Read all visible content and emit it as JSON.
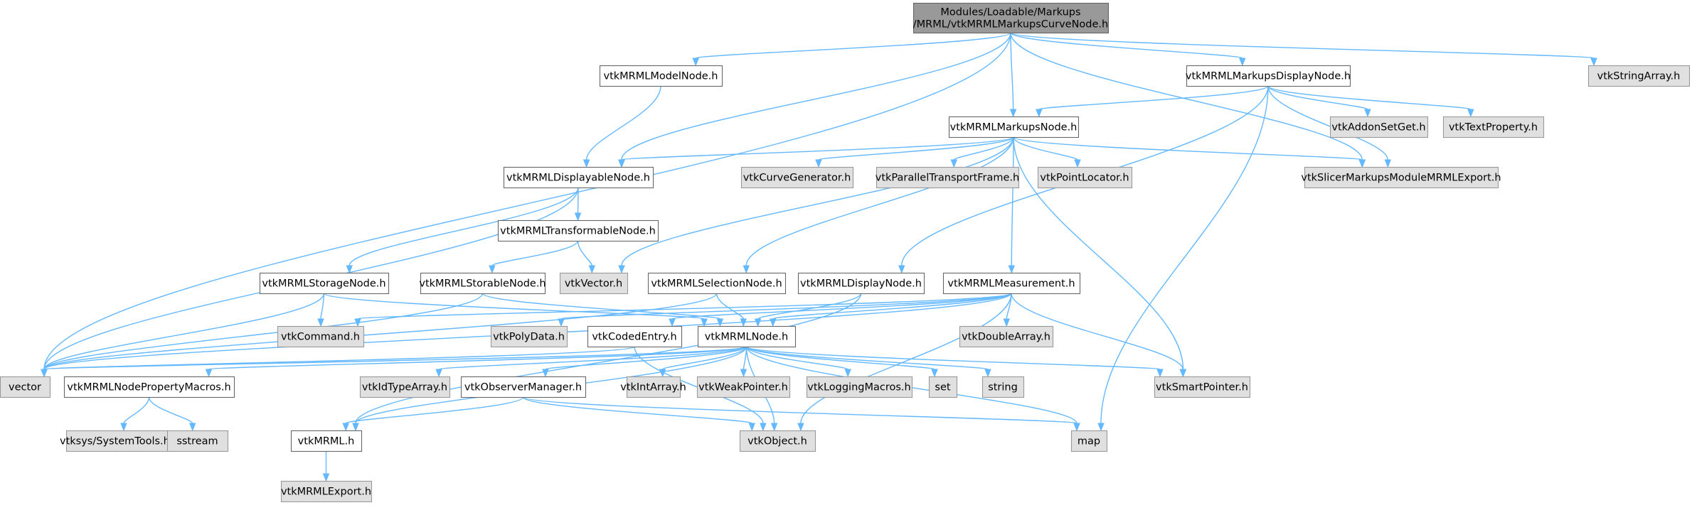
{
  "colors": {
    "root_fill": "#999999",
    "root_stroke": "#666666",
    "doc_fill": "#ffffff",
    "doc_stroke": "#666666",
    "ext_fill": "#e0e0e0",
    "ext_stroke": "#999999",
    "edge": "#63b8ff"
  },
  "nodes": [
    {
      "id": "root",
      "kind": "root",
      "label": [
        "Modules/Loadable/Markups",
        "/MRML/vtkMRMLMarkupsCurveNode.h"
      ]
    },
    {
      "id": "modelnode",
      "kind": "doc",
      "label": [
        "vtkMRMLModelNode.h"
      ]
    },
    {
      "id": "markupsdisplaynode",
      "kind": "doc",
      "label": [
        "vtkMRMLMarkupsDisplayNode.h"
      ]
    },
    {
      "id": "stringarray",
      "kind": "ext",
      "label": [
        "vtkStringArray.h"
      ]
    },
    {
      "id": "addonsetget",
      "kind": "ext",
      "label": [
        "vtkAddonSetGet.h"
      ]
    },
    {
      "id": "textproperty",
      "kind": "ext",
      "label": [
        "vtkTextProperty.h"
      ]
    },
    {
      "id": "markupsnode",
      "kind": "doc",
      "label": [
        "vtkMRMLMarkupsNode.h"
      ]
    },
    {
      "id": "displayablenode",
      "kind": "doc",
      "label": [
        "vtkMRMLDisplayableNode.h"
      ]
    },
    {
      "id": "curvegenerator",
      "kind": "ext",
      "label": [
        "vtkCurveGenerator.h"
      ]
    },
    {
      "id": "paralleltransport",
      "kind": "ext",
      "label": [
        "vtkParallelTransportFrame.h"
      ]
    },
    {
      "id": "pointlocator",
      "kind": "ext",
      "label": [
        "vtkPointLocator.h"
      ]
    },
    {
      "id": "slicerexport",
      "kind": "ext",
      "label": [
        "vtkSlicerMarkupsModuleMRMLExport.h"
      ]
    },
    {
      "id": "transformablenode",
      "kind": "doc",
      "label": [
        "vtkMRMLTransformableNode.h"
      ]
    },
    {
      "id": "storagenode",
      "kind": "doc",
      "label": [
        "vtkMRMLStorageNode.h"
      ]
    },
    {
      "id": "storablenode",
      "kind": "doc",
      "label": [
        "vtkMRMLStorableNode.h"
      ]
    },
    {
      "id": "vtkvector",
      "kind": "ext",
      "label": [
        "vtkVector.h"
      ]
    },
    {
      "id": "selectionnode",
      "kind": "doc",
      "label": [
        "vtkMRMLSelectionNode.h"
      ]
    },
    {
      "id": "displaynode",
      "kind": "doc",
      "label": [
        "vtkMRMLDisplayNode.h"
      ]
    },
    {
      "id": "measurement",
      "kind": "doc",
      "label": [
        "vtkMRMLMeasurement.h"
      ]
    },
    {
      "id": "vtkcommand",
      "kind": "ext",
      "label": [
        "vtkCommand.h"
      ]
    },
    {
      "id": "polydata",
      "kind": "ext",
      "label": [
        "vtkPolyData.h"
      ]
    },
    {
      "id": "codedentry",
      "kind": "doc",
      "label": [
        "vtkCodedEntry.h"
      ]
    },
    {
      "id": "mrmlnode",
      "kind": "doc",
      "label": [
        "vtkMRMLNode.h"
      ]
    },
    {
      "id": "doublearray",
      "kind": "ext",
      "label": [
        "vtkDoubleArray.h"
      ]
    },
    {
      "id": "vector",
      "kind": "ext",
      "label": [
        "vector"
      ]
    },
    {
      "id": "propertymacros",
      "kind": "doc",
      "label": [
        "vtkMRMLNodePropertyMacros.h"
      ]
    },
    {
      "id": "idtypearray",
      "kind": "ext",
      "label": [
        "vtkIdTypeArray.h"
      ]
    },
    {
      "id": "observermanager",
      "kind": "doc",
      "label": [
        "vtkObserverManager.h"
      ]
    },
    {
      "id": "intarray",
      "kind": "ext",
      "label": [
        "vtkIntArray.h"
      ]
    },
    {
      "id": "weakpointer",
      "kind": "ext",
      "label": [
        "vtkWeakPointer.h"
      ]
    },
    {
      "id": "loggingmacros",
      "kind": "ext",
      "label": [
        "vtkLoggingMacros.h"
      ]
    },
    {
      "id": "set",
      "kind": "ext",
      "label": [
        "set"
      ]
    },
    {
      "id": "string",
      "kind": "ext",
      "label": [
        "string"
      ]
    },
    {
      "id": "smartpointer",
      "kind": "ext",
      "label": [
        "vtkSmartPointer.h"
      ]
    },
    {
      "id": "systemtools",
      "kind": "ext",
      "label": [
        "vtksys/SystemTools.hxx"
      ]
    },
    {
      "id": "sstream",
      "kind": "ext",
      "label": [
        "sstream"
      ]
    },
    {
      "id": "vtkmrml",
      "kind": "doc",
      "label": [
        "vtkMRML.h"
      ]
    },
    {
      "id": "vtkobject",
      "kind": "ext",
      "label": [
        "vtkObject.h"
      ]
    },
    {
      "id": "map",
      "kind": "ext",
      "label": [
        "map"
      ]
    },
    {
      "id": "mrmlexport",
      "kind": "ext",
      "label": [
        "vtkMRMLExport.h"
      ]
    }
  ],
  "edges": [
    [
      "root",
      "vector"
    ],
    [
      "root",
      "modelnode"
    ],
    [
      "root",
      "displayablenode"
    ],
    [
      "root",
      "markupsnode"
    ],
    [
      "root",
      "markupsdisplaynode"
    ],
    [
      "root",
      "slicerexport"
    ],
    [
      "root",
      "stringarray"
    ],
    [
      "modelnode",
      "displayablenode"
    ],
    [
      "markupsdisplaynode",
      "markupsnode"
    ],
    [
      "markupsdisplaynode",
      "displaynode"
    ],
    [
      "markupsdisplaynode",
      "slicerexport"
    ],
    [
      "markupsdisplaynode",
      "addonsetget"
    ],
    [
      "markupsdisplaynode",
      "textproperty"
    ],
    [
      "markupsdisplaynode",
      "map"
    ],
    [
      "markupsnode",
      "displayablenode"
    ],
    [
      "markupsnode",
      "vtkvector"
    ],
    [
      "markupsnode",
      "selectionnode"
    ],
    [
      "markupsnode",
      "curvegenerator"
    ],
    [
      "markupsnode",
      "paralleltransport"
    ],
    [
      "markupsnode",
      "pointlocator"
    ],
    [
      "markupsnode",
      "slicerexport"
    ],
    [
      "markupsnode",
      "measurement"
    ],
    [
      "markupsnode",
      "smartpointer"
    ],
    [
      "displayablenode",
      "transformablenode"
    ],
    [
      "displayablenode",
      "storagenode"
    ],
    [
      "displayablenode",
      "vector"
    ],
    [
      "transformablenode",
      "storablenode"
    ],
    [
      "transformablenode",
      "vtkvector"
    ],
    [
      "storagenode",
      "vtkcommand"
    ],
    [
      "storagenode",
      "mrmlnode"
    ],
    [
      "storagenode",
      "vector"
    ],
    [
      "storablenode",
      "mrmlnode"
    ],
    [
      "storablenode",
      "vector"
    ],
    [
      "selectionnode",
      "mrmlnode"
    ],
    [
      "selectionnode",
      "vector"
    ],
    [
      "displaynode",
      "mrmlnode"
    ],
    [
      "displaynode",
      "vtkmrml"
    ],
    [
      "measurement",
      "vtkcommand"
    ],
    [
      "measurement",
      "polydata"
    ],
    [
      "measurement",
      "codedentry"
    ],
    [
      "measurement",
      "mrmlnode"
    ],
    [
      "measurement",
      "doublearray"
    ],
    [
      "measurement",
      "smartpointer"
    ],
    [
      "measurement",
      "vtkobject"
    ],
    [
      "measurement",
      "vector"
    ],
    [
      "codedentry",
      "vtkobject"
    ],
    [
      "codedentry",
      "vector"
    ],
    [
      "mrmlnode",
      "vtkmrml"
    ],
    [
      "mrmlnode",
      "vector"
    ],
    [
      "mrmlnode",
      "propertymacros"
    ],
    [
      "mrmlnode",
      "idtypearray"
    ],
    [
      "mrmlnode",
      "observermanager"
    ],
    [
      "mrmlnode",
      "intarray"
    ],
    [
      "mrmlnode",
      "weakpointer"
    ],
    [
      "mrmlnode",
      "loggingmacros"
    ],
    [
      "mrmlnode",
      "set"
    ],
    [
      "mrmlnode",
      "string"
    ],
    [
      "mrmlnode",
      "smartpointer"
    ],
    [
      "mrmlnode",
      "vtkobject"
    ],
    [
      "mrmlnode",
      "map"
    ],
    [
      "propertymacros",
      "systemtools"
    ],
    [
      "propertymacros",
      "sstream"
    ],
    [
      "observermanager",
      "vtkmrml"
    ],
    [
      "observermanager",
      "vtkobject"
    ],
    [
      "observermanager",
      "map"
    ],
    [
      "vtkmrml",
      "mrmlexport"
    ]
  ]
}
